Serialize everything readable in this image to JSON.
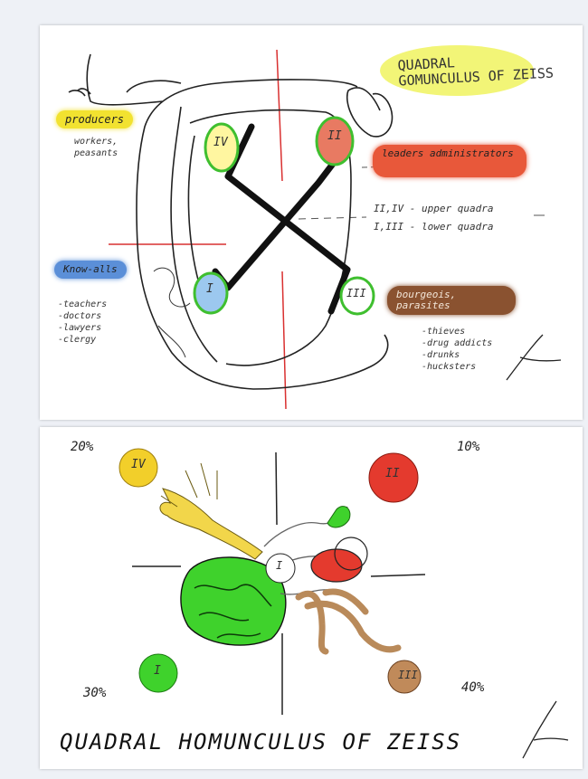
{
  "top": {
    "title_line1": "QUADRAL",
    "title_line2": "GOMUNCULUS OF ZEISS",
    "producers_label": "producers",
    "producers_sub": [
      "workers,",
      "peasants"
    ],
    "leaders_label": "leaders administrators",
    "legend_upper_code": "II,IV",
    "legend_upper_text": "- upper quadra",
    "legend_lower_code": "I,III",
    "legend_lower_text": "- lower quadra",
    "knowalls_label": "Know-alls",
    "knowalls_list": [
      "-teachers",
      "-doctors",
      "-lawyers",
      "-clergy"
    ],
    "bourgeois_label": "bourgeois, parasites",
    "bourgeois_list": [
      "-thieves",
      "-drug addicts",
      "-drunks",
      "-hucksters"
    ],
    "quadra_marks": {
      "upper_left": "IV",
      "upper_right": "II",
      "lower_left": "I",
      "lower_right": "III"
    },
    "colors": {
      "producers": "#f2e230",
      "leaders": "#e8583a",
      "knowalls": "#5b8fd8",
      "bourgeois": "#8a5230",
      "title_glow": "#eef24a",
      "ring": "#3fbf2f",
      "axis": "#d93030"
    }
  },
  "bottom": {
    "pct_top_left": "20%",
    "pct_top_right": "10%",
    "pct_bottom_left": "30%",
    "pct_bottom_right": "40%",
    "circle_labels": {
      "yellow": "IV",
      "red": "II",
      "green": "I",
      "brown": "III",
      "center": "I"
    },
    "colors": {
      "yellow": "#f2cf2a",
      "red": "#e43a2e",
      "green": "#3fd22c",
      "brown": "#c08a5a"
    },
    "title": "QUADRAL HOMUNCULUS OF ZEISS"
  }
}
